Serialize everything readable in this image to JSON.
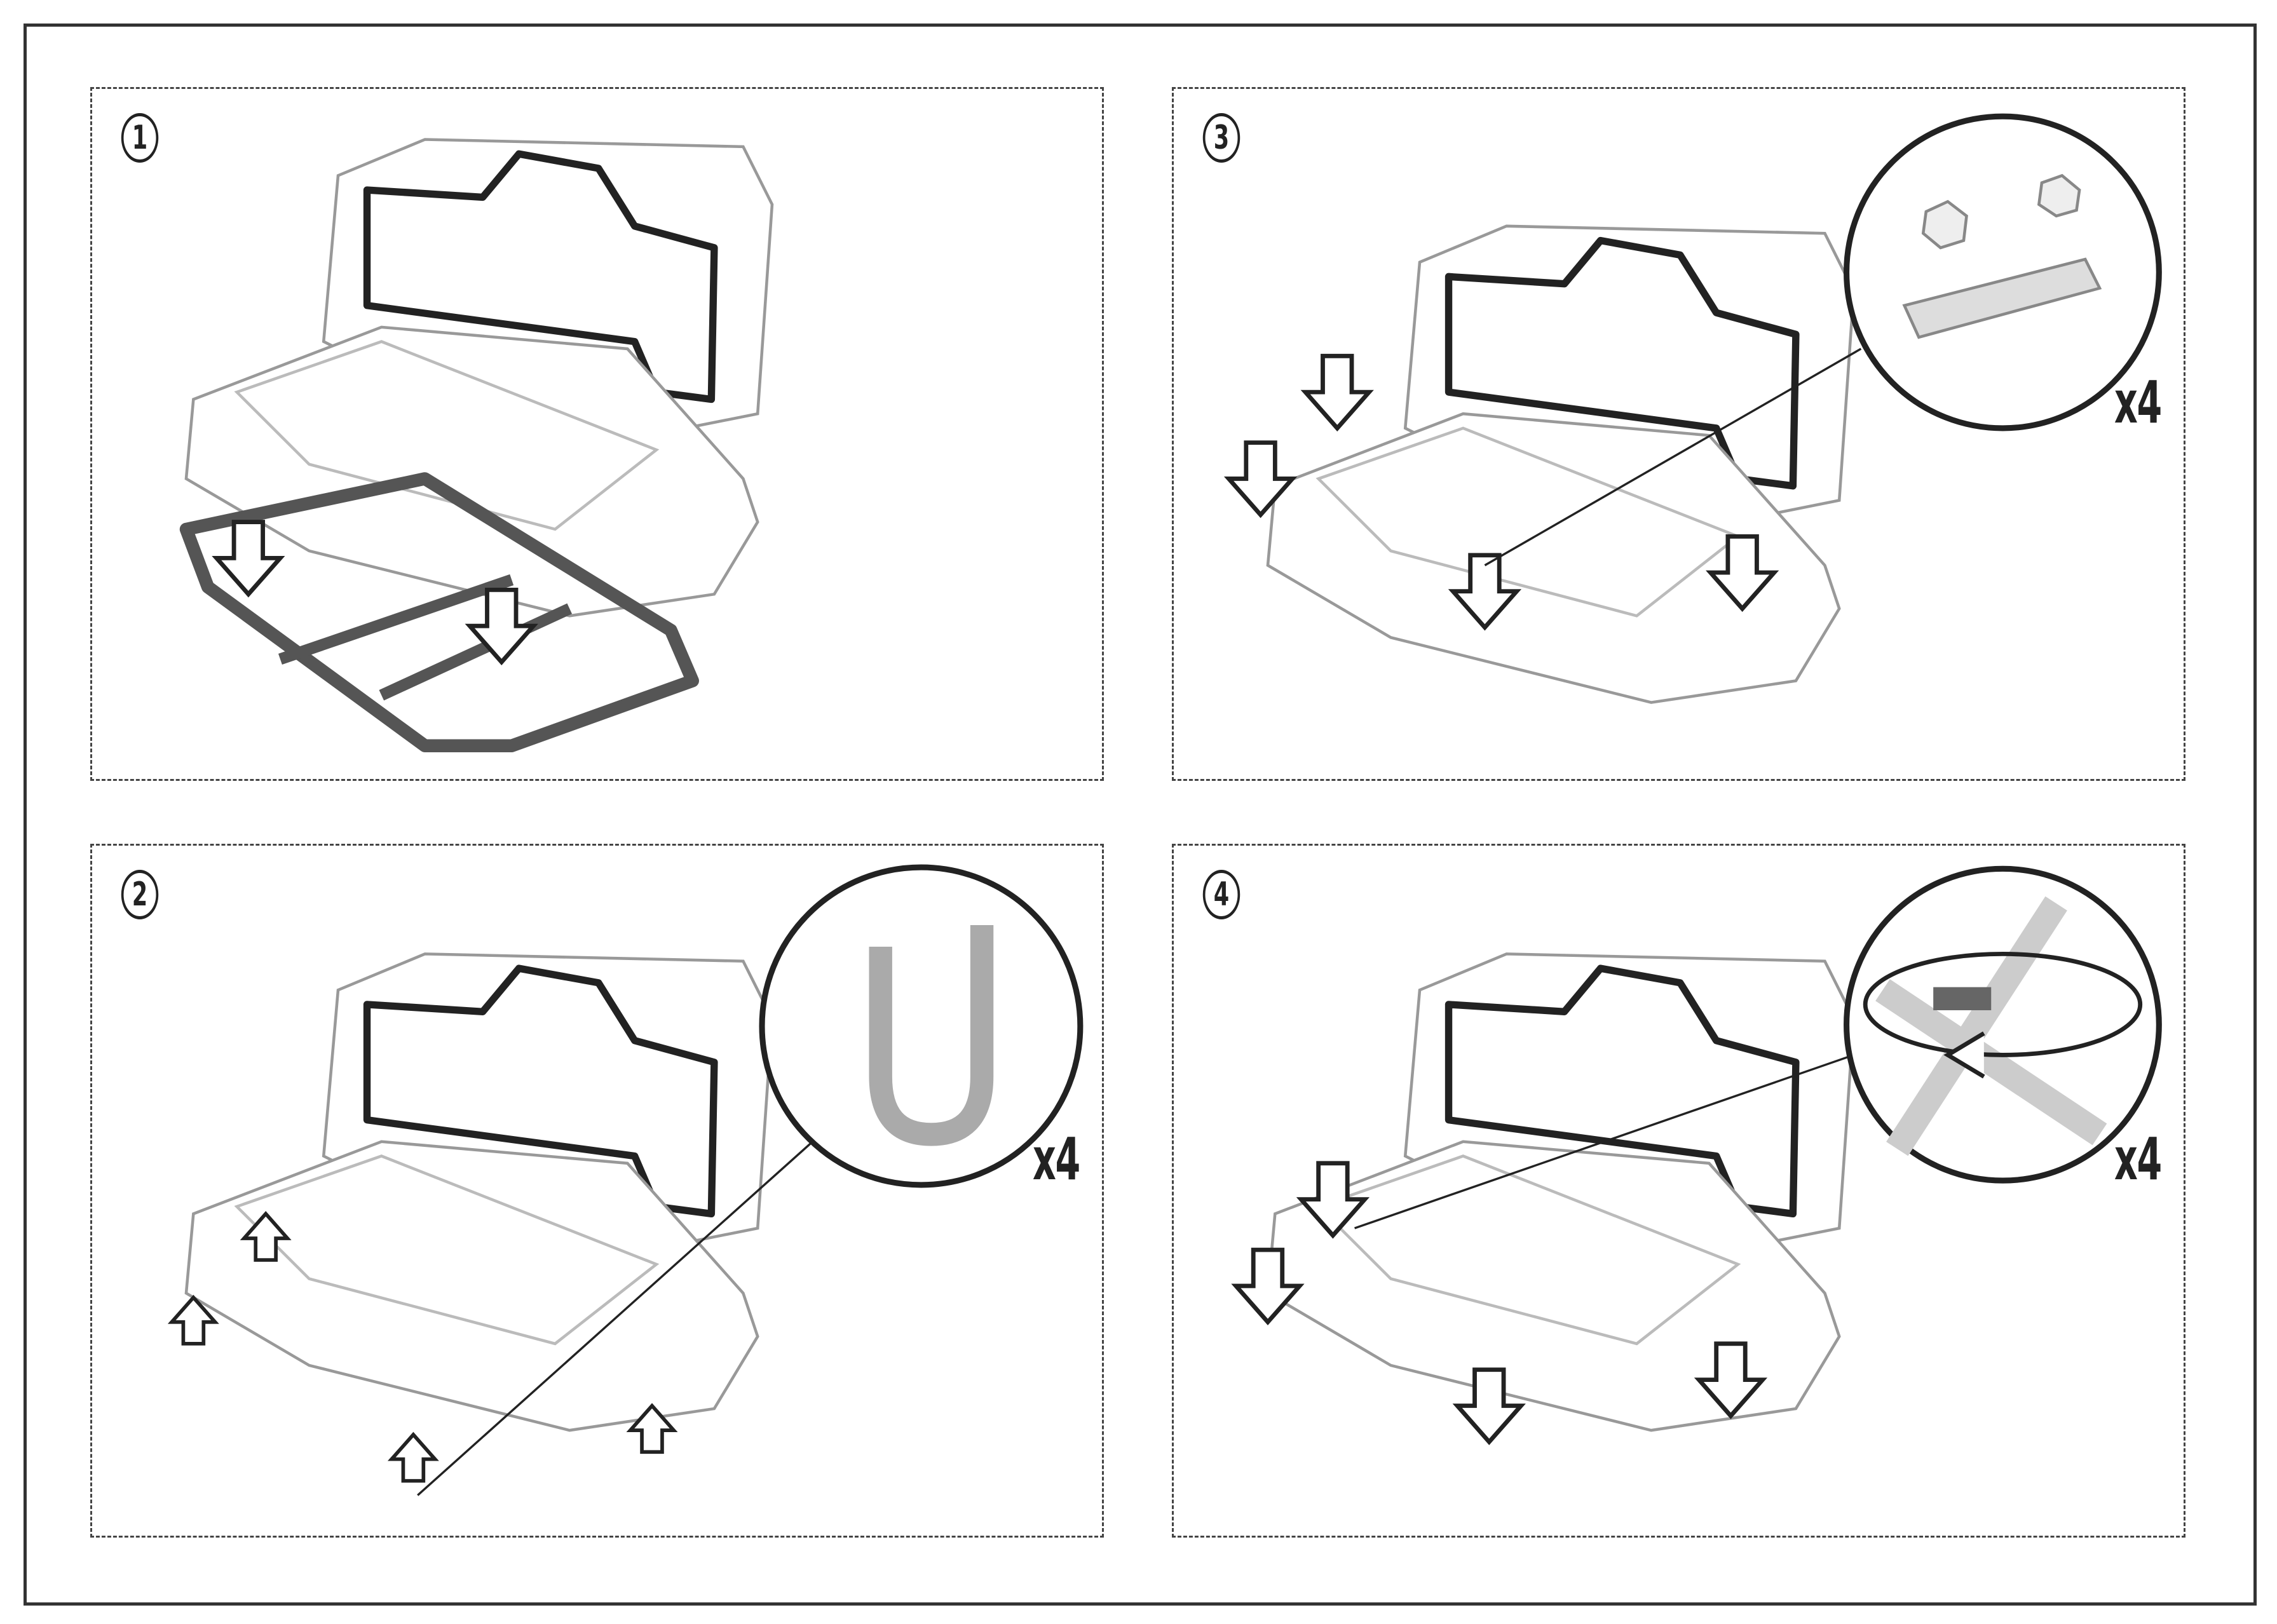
{
  "steps": [
    {
      "number": "1"
    },
    {
      "number": "2",
      "quantity": "x4",
      "part": "u-bolt"
    },
    {
      "number": "3",
      "quantity": "x4",
      "part": "nuts-and-plate"
    },
    {
      "number": "4",
      "quantity": "x4",
      "part": "tighten-wrench"
    }
  ],
  "colors": {
    "line": "#222222",
    "frame": "#333333",
    "rack": "#555555",
    "part": "#777777"
  }
}
